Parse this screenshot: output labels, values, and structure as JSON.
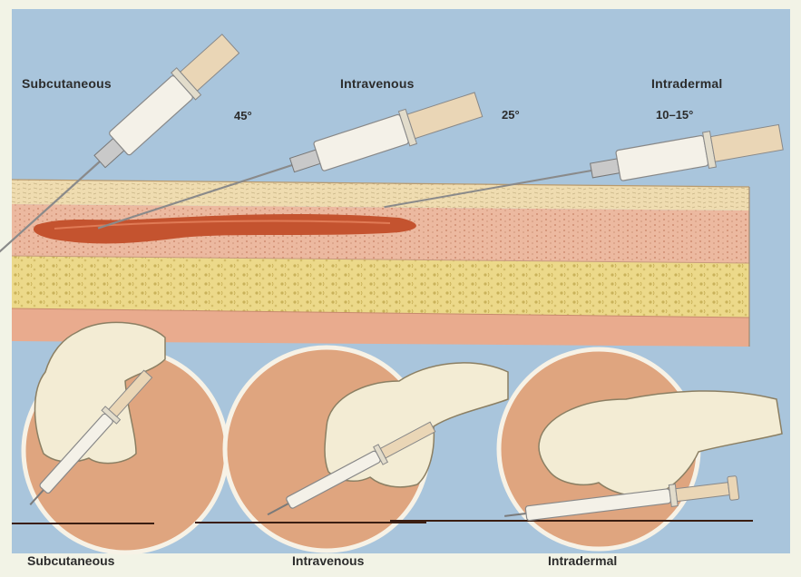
{
  "top_labels": {
    "subcutaneous": "Subcutaneous",
    "intravenous": "Intravenous",
    "intradermal": "Intradermal"
  },
  "angles": {
    "subcutaneous": "45°",
    "intravenous": "25°",
    "intradermal": "10–15°"
  },
  "bottom_labels": {
    "subcutaneous": "Subcutaneous",
    "intravenous": "Intravenous",
    "intradermal": "Intradermal"
  },
  "colors": {
    "background": "#a9c5dc",
    "frame": "#f2f3e6",
    "epidermis": "#efdcb0",
    "dermis": "#ecb9a0",
    "vein": "#c4532f",
    "fat": "#ecd98a",
    "muscle": "#e9ab8e",
    "skin_circle": "#dfa57f",
    "glove": "#f3ecd4",
    "syringe_body": "#f4f1e8",
    "syringe_plunger": "#ead6b6",
    "needle": "#8a8a8a"
  }
}
